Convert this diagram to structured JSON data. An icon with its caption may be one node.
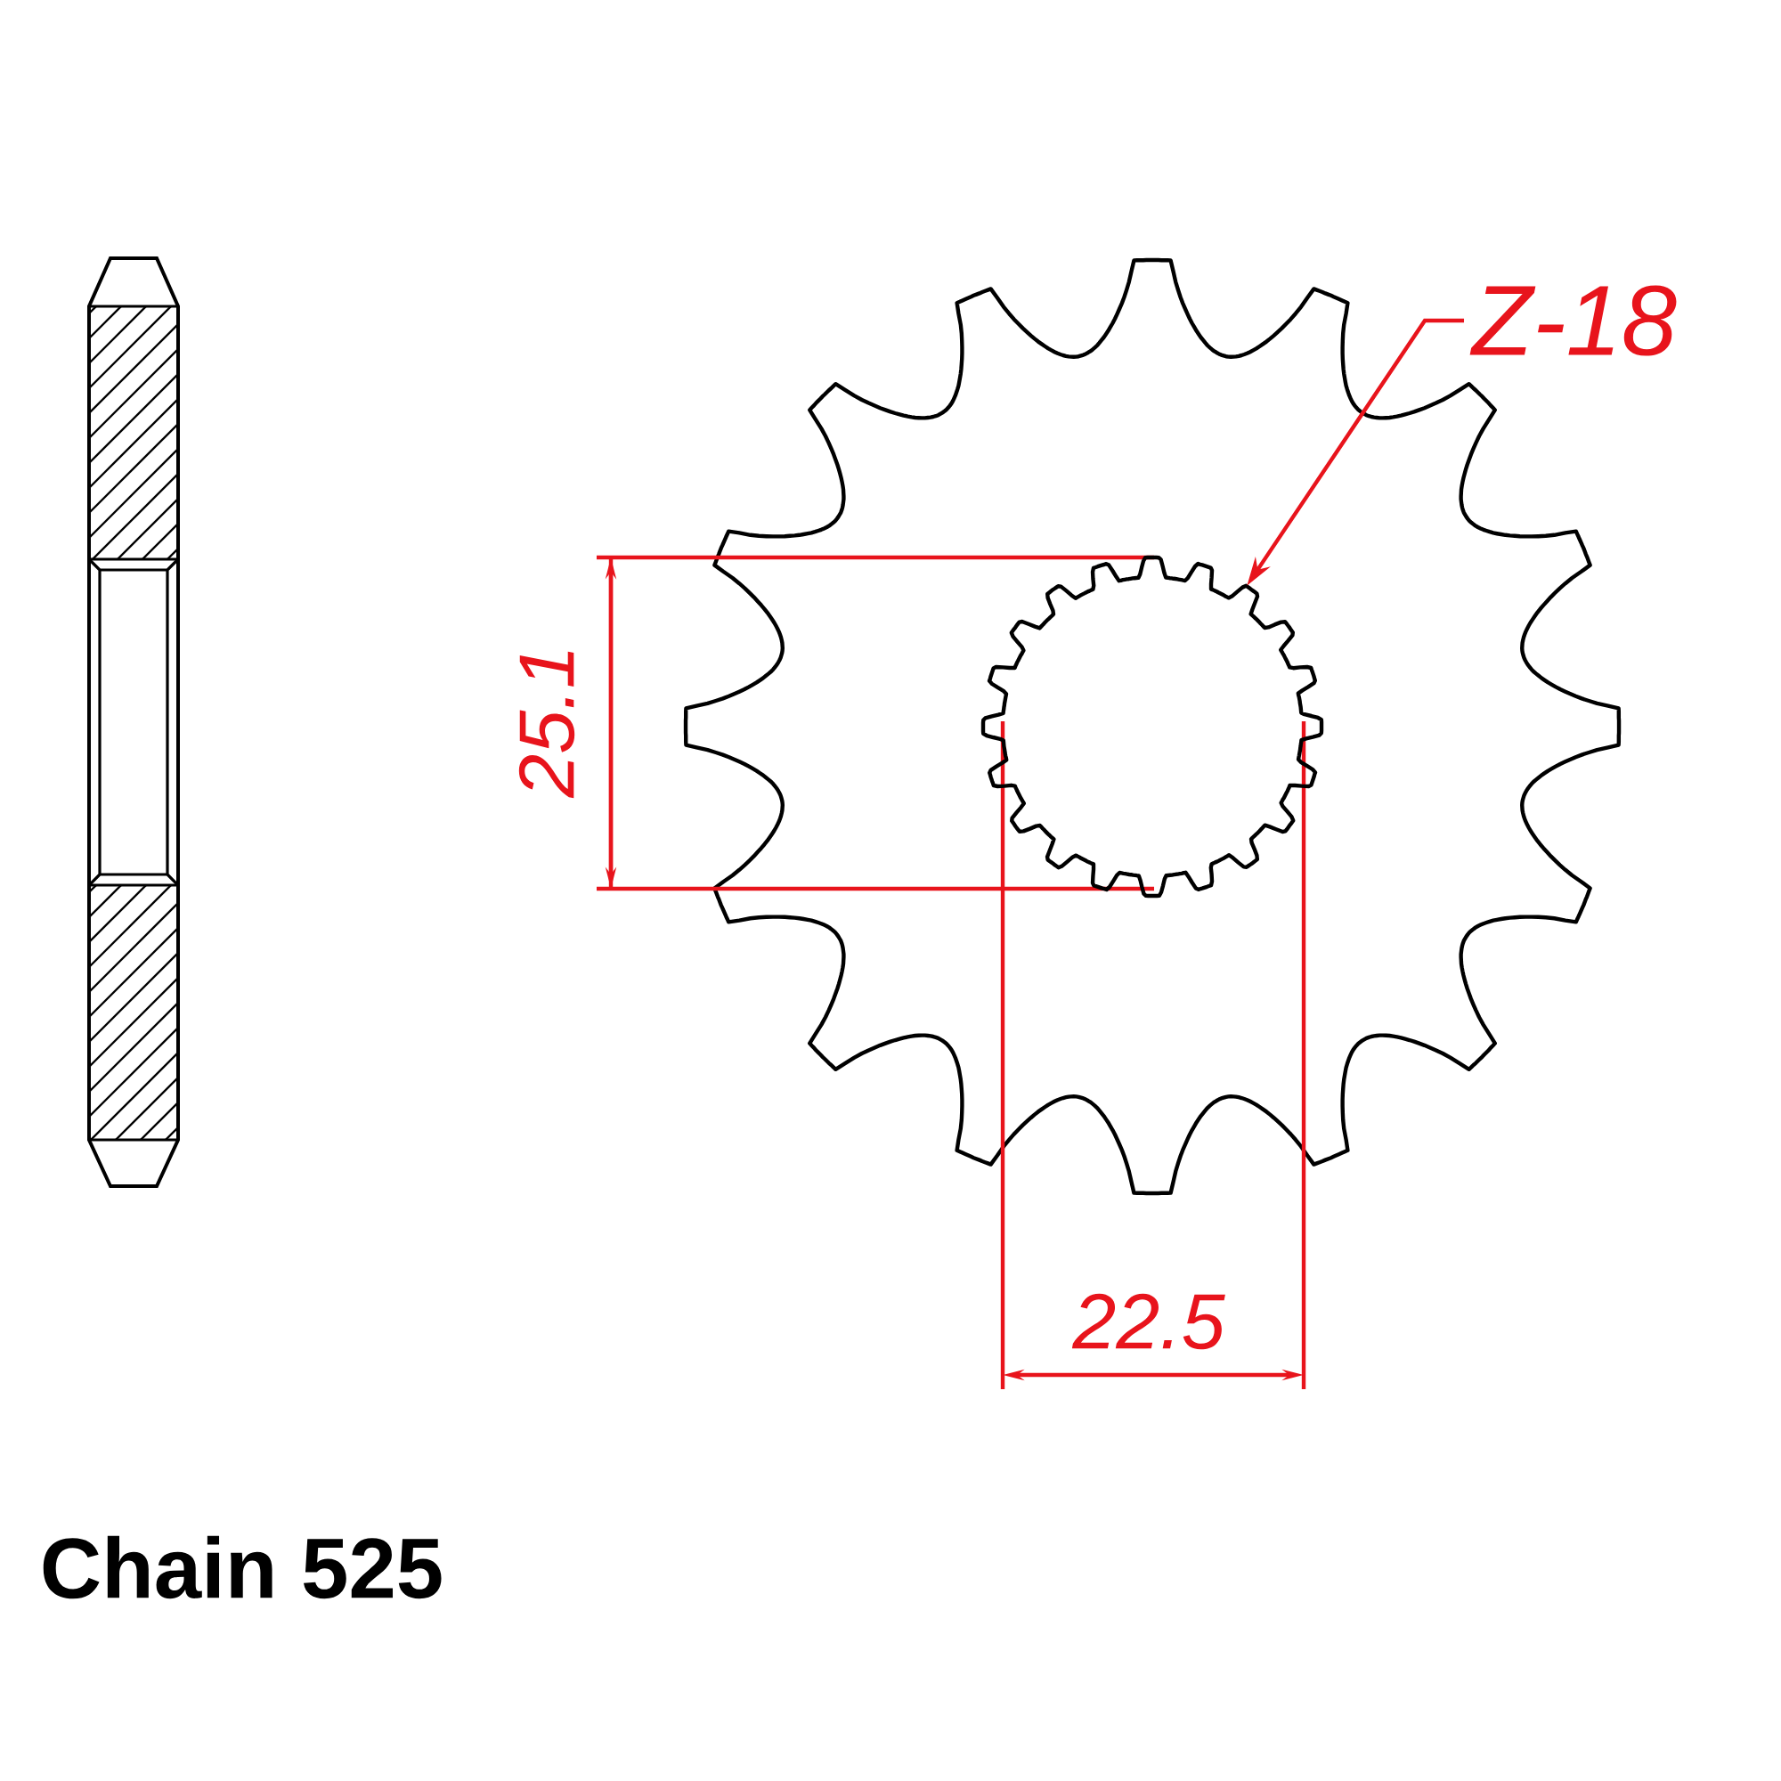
{
  "diagram": {
    "nodes": [
      {
        "text": [
          "Z-18"
        ]
      },
      {
        "text": [],
        "shape": "picture"
      }
    ],
    "edges": [
      {
        "from": 0,
        "to": 1,
        "arrow": "to"
      }
    ],
    "labels": [
      "25.1",
      "22.5",
      "Chain 525"
    ]
  }
}
